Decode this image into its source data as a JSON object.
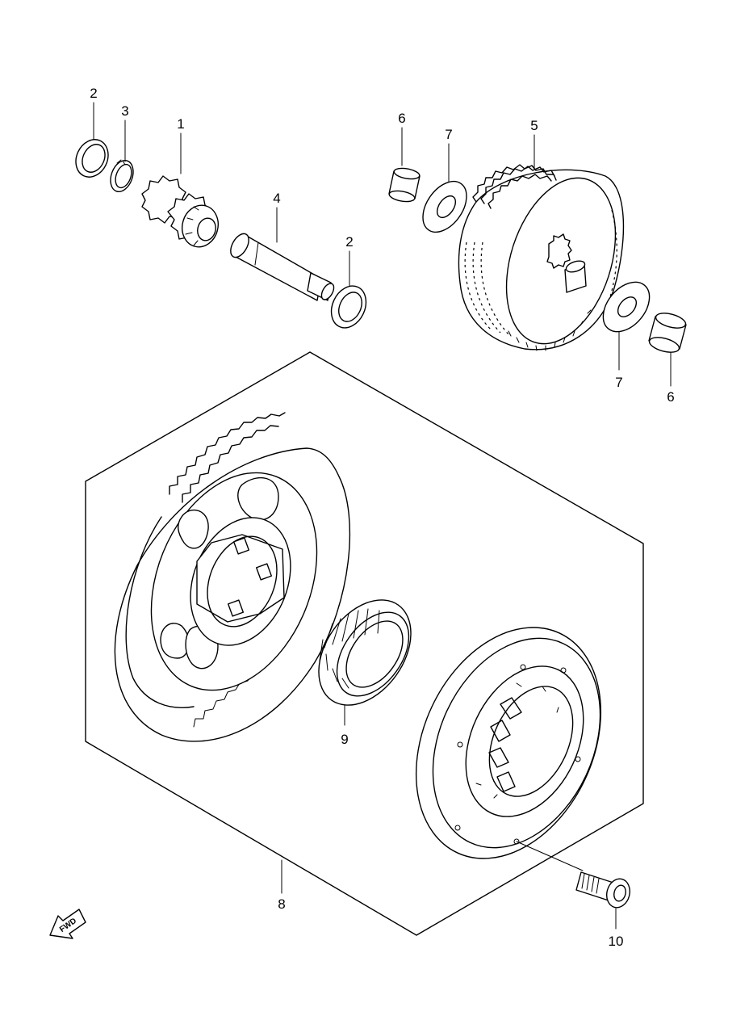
{
  "diagram": {
    "callouts": [
      {
        "id": "c1",
        "label": "1"
      },
      {
        "id": "c2a",
        "label": "2"
      },
      {
        "id": "c3",
        "label": "3"
      },
      {
        "id": "c4",
        "label": "4"
      },
      {
        "id": "c2b",
        "label": "2"
      },
      {
        "id": "c6a",
        "label": "6"
      },
      {
        "id": "c7a",
        "label": "7"
      },
      {
        "id": "c5",
        "label": "5"
      },
      {
        "id": "c7b",
        "label": "7"
      },
      {
        "id": "c6b",
        "label": "6"
      },
      {
        "id": "c8",
        "label": "8"
      },
      {
        "id": "c9",
        "label": "9"
      },
      {
        "id": "c10",
        "label": "10"
      }
    ],
    "direction_badge": "FWD"
  }
}
